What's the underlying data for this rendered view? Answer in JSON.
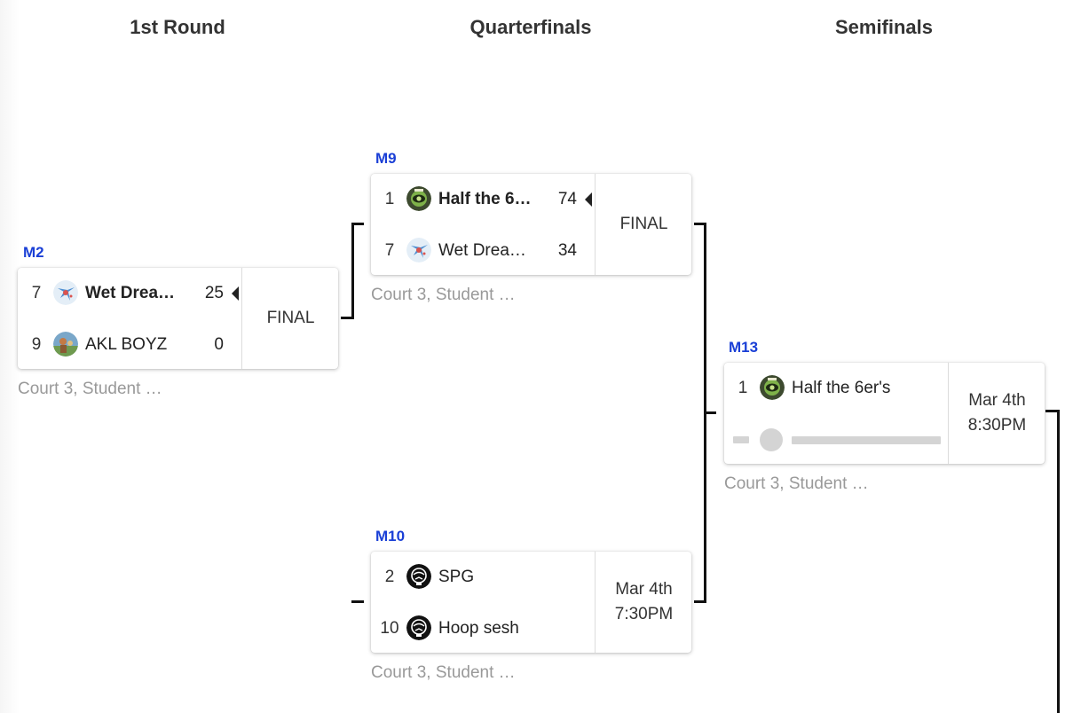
{
  "rounds": [
    "1st Round",
    "Quarterfinals",
    "Semifinals"
  ],
  "matches": {
    "m2": {
      "label": "M2",
      "team1": {
        "seed": "7",
        "name": "Wet Drea…",
        "score": "25",
        "icon": "wet-dreams-logo-icon"
      },
      "team2": {
        "seed": "9",
        "name": "AKL BOYZ",
        "score": "0",
        "icon": "akl-boyz-logo-icon"
      },
      "status": "FINAL",
      "location": "Court 3, Student …"
    },
    "m9": {
      "label": "M9",
      "team1": {
        "seed": "1",
        "name": "Half the 6…",
        "score": "74",
        "icon": "half-the-6ers-logo-icon"
      },
      "team2": {
        "seed": "7",
        "name": "Wet Drea…",
        "score": "34",
        "icon": "wet-dreams-logo-icon"
      },
      "status": "FINAL",
      "location": "Court 3, Student …"
    },
    "m10": {
      "label": "M10",
      "team1": {
        "seed": "2",
        "name": "SPG",
        "icon": "default-team-logo-icon"
      },
      "team2": {
        "seed": "10",
        "name": "Hoop sesh",
        "icon": "default-team-logo-icon"
      },
      "date": "Mar 4th",
      "time": "7:30PM",
      "location": "Court 3, Student …"
    },
    "m13": {
      "label": "M13",
      "team1": {
        "seed": "1",
        "name": "Half the 6er's",
        "icon": "half-the-6ers-logo-icon"
      },
      "date": "Mar 4th",
      "time": "8:30PM",
      "location": "Court 3, Student …"
    }
  },
  "colors": {
    "match_label": "#1a3fd6",
    "location_text": "#999999",
    "connector": "#111111",
    "placeholder": "#d4d4d4"
  }
}
